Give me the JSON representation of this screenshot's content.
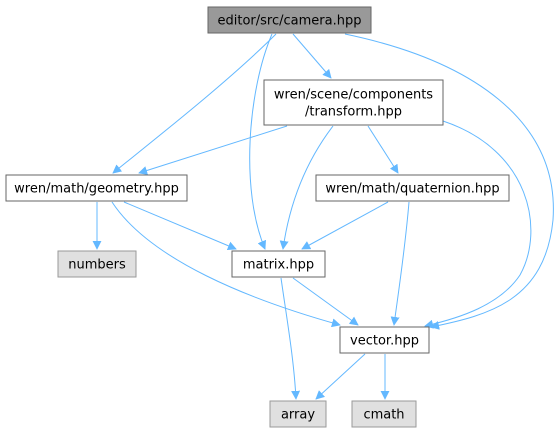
{
  "colors": {
    "edge": "#63b8ff",
    "node_border": "#666666",
    "node_fill": "#ffffff",
    "root_fill": "#999999",
    "root_border": "#666666",
    "external_fill": "#e0e0e0",
    "external_border": "#999999"
  },
  "nodes": [
    {
      "id": "camera",
      "lines": [
        "editor/src/camera.hpp"
      ],
      "kind": "root"
    },
    {
      "id": "transform",
      "lines": [
        "wren/scene/components",
        "/transform.hpp"
      ],
      "kind": "normal"
    },
    {
      "id": "geometry",
      "lines": [
        "wren/math/geometry.hpp"
      ],
      "kind": "normal"
    },
    {
      "id": "quaternion",
      "lines": [
        "wren/math/quaternion.hpp"
      ],
      "kind": "normal"
    },
    {
      "id": "numbers",
      "lines": [
        "numbers"
      ],
      "kind": "external"
    },
    {
      "id": "matrix",
      "lines": [
        "matrix.hpp"
      ],
      "kind": "normal"
    },
    {
      "id": "vector",
      "lines": [
        "vector.hpp"
      ],
      "kind": "normal"
    },
    {
      "id": "array",
      "lines": [
        "array"
      ],
      "kind": "external"
    },
    {
      "id": "cmath",
      "lines": [
        "cmath"
      ],
      "kind": "external"
    }
  ],
  "edges": [
    {
      "from": "camera",
      "to": "geometry"
    },
    {
      "from": "camera",
      "to": "matrix"
    },
    {
      "from": "camera",
      "to": "transform"
    },
    {
      "from": "camera",
      "to": "vector"
    },
    {
      "from": "transform",
      "to": "geometry"
    },
    {
      "from": "transform",
      "to": "matrix"
    },
    {
      "from": "transform",
      "to": "quaternion"
    },
    {
      "from": "transform",
      "to": "vector"
    },
    {
      "from": "geometry",
      "to": "numbers"
    },
    {
      "from": "geometry",
      "to": "matrix"
    },
    {
      "from": "geometry",
      "to": "vector"
    },
    {
      "from": "quaternion",
      "to": "matrix"
    },
    {
      "from": "quaternion",
      "to": "vector"
    },
    {
      "from": "matrix",
      "to": "array"
    },
    {
      "from": "matrix",
      "to": "vector"
    },
    {
      "from": "vector",
      "to": "array"
    },
    {
      "from": "vector",
      "to": "cmath"
    }
  ]
}
